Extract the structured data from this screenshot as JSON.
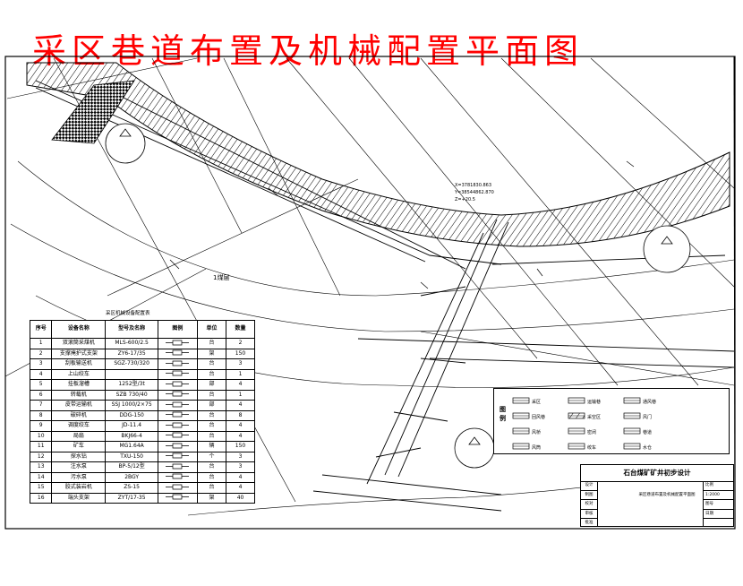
{
  "title": "采区巷道布置及机械配置平面图",
  "table_caption": "采区机械设备配置表",
  "equipment_table": {
    "headers": [
      "序号",
      "设备名称",
      "型号及名称",
      "图例",
      "单位",
      "数量"
    ],
    "rows": [
      {
        "no": "1",
        "name": "双滚筒采煤机",
        "model": "MLS-600/2.5",
        "unit": "台",
        "qty": "2"
      },
      {
        "no": "2",
        "name": "支撑掩护式支架",
        "model": "ZY6-17/35",
        "unit": "架",
        "qty": "150"
      },
      {
        "no": "3",
        "name": "刮板输送机",
        "model": "SGZ-730/320",
        "unit": "台",
        "qty": "3"
      },
      {
        "no": "4",
        "name": "上山绞车",
        "model": "",
        "unit": "台",
        "qty": "1"
      },
      {
        "no": "5",
        "name": "挂板溜槽",
        "model": "1252型/3t",
        "unit": "部",
        "qty": "4"
      },
      {
        "no": "6",
        "name": "转载机",
        "model": "SZB 730/40",
        "unit": "台",
        "qty": "1"
      },
      {
        "no": "7",
        "name": "皮带运输机",
        "model": "SSJ 1000/2×75",
        "unit": "部",
        "qty": "4"
      },
      {
        "no": "8",
        "name": "破碎机",
        "model": "DDG-150",
        "unit": "台",
        "qty": "8"
      },
      {
        "no": "9",
        "name": "调度绞车",
        "model": "JD-11.4",
        "unit": "台",
        "qty": "4"
      },
      {
        "no": "10",
        "name": "局扇",
        "model": "BKJ66-4",
        "unit": "台",
        "qty": "4"
      },
      {
        "no": "11",
        "name": "矿车",
        "model": "MG1.64A",
        "unit": "辆",
        "qty": "150"
      },
      {
        "no": "12",
        "name": "探水钻",
        "model": "TXU-150",
        "unit": "个",
        "qty": "3"
      },
      {
        "no": "13",
        "name": "注水泵",
        "model": "BP-5/12型",
        "unit": "台",
        "qty": "3"
      },
      {
        "no": "14",
        "name": "污水泵",
        "model": "2BGY",
        "unit": "台",
        "qty": "4"
      },
      {
        "no": "15",
        "name": "胶式装岩机",
        "model": "ZS-15",
        "unit": "台",
        "qty": "4"
      },
      {
        "no": "16",
        "name": "端头支架",
        "model": "ZYT/17-35",
        "unit": "架",
        "qty": "40"
      }
    ]
  },
  "legend": {
    "title": "图例",
    "items": [
      "采区",
      "运输巷",
      "通风巷",
      "回风巷",
      "采空区",
      "风门",
      "风桥",
      "密闭",
      "巷道",
      "风筒",
      "绞车",
      "水仓"
    ]
  },
  "title_block": {
    "company": "石台煤矿矿井初步设计",
    "drawing_name": "采区巷道布置及机械配置平面图",
    "left_rows": [
      "设计",
      "制图",
      "校对",
      "审核",
      "批准"
    ],
    "right_rows": [
      "比例",
      "1:2000",
      "图号",
      "日期",
      ""
    ]
  },
  "drawing_labels": {
    "seam": "1煤层",
    "coords": [
      "X=3781830.863",
      "Y=38544862.870",
      "Z=+20.5"
    ]
  },
  "colors": {
    "title": "#ff0000",
    "lines": "#000000"
  }
}
